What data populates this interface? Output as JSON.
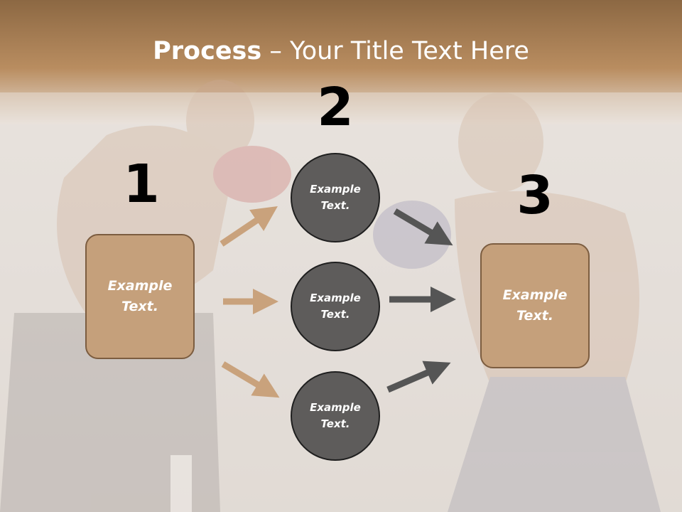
{
  "title": {
    "bold": "Process",
    "dash": " – ",
    "rest": "Your Title Text Here"
  },
  "steps": [
    {
      "number": "1"
    },
    {
      "number": "2"
    },
    {
      "number": "3"
    }
  ],
  "left_box": {
    "line1": "Example",
    "line2": "Text."
  },
  "right_box": {
    "line1": "Example",
    "line2": "Text."
  },
  "circles": [
    {
      "line1": "Example",
      "line2": "Text."
    },
    {
      "line1": "Example",
      "line2": "Text."
    },
    {
      "line1": "Example",
      "line2": "Text."
    }
  ],
  "colors": {
    "box_fill": "#c5a07b",
    "circle_fill": "#5e5c5b",
    "tan_arrow": "#c9a27c",
    "gray_arrow": "#555555",
    "header": "#9a7349"
  }
}
